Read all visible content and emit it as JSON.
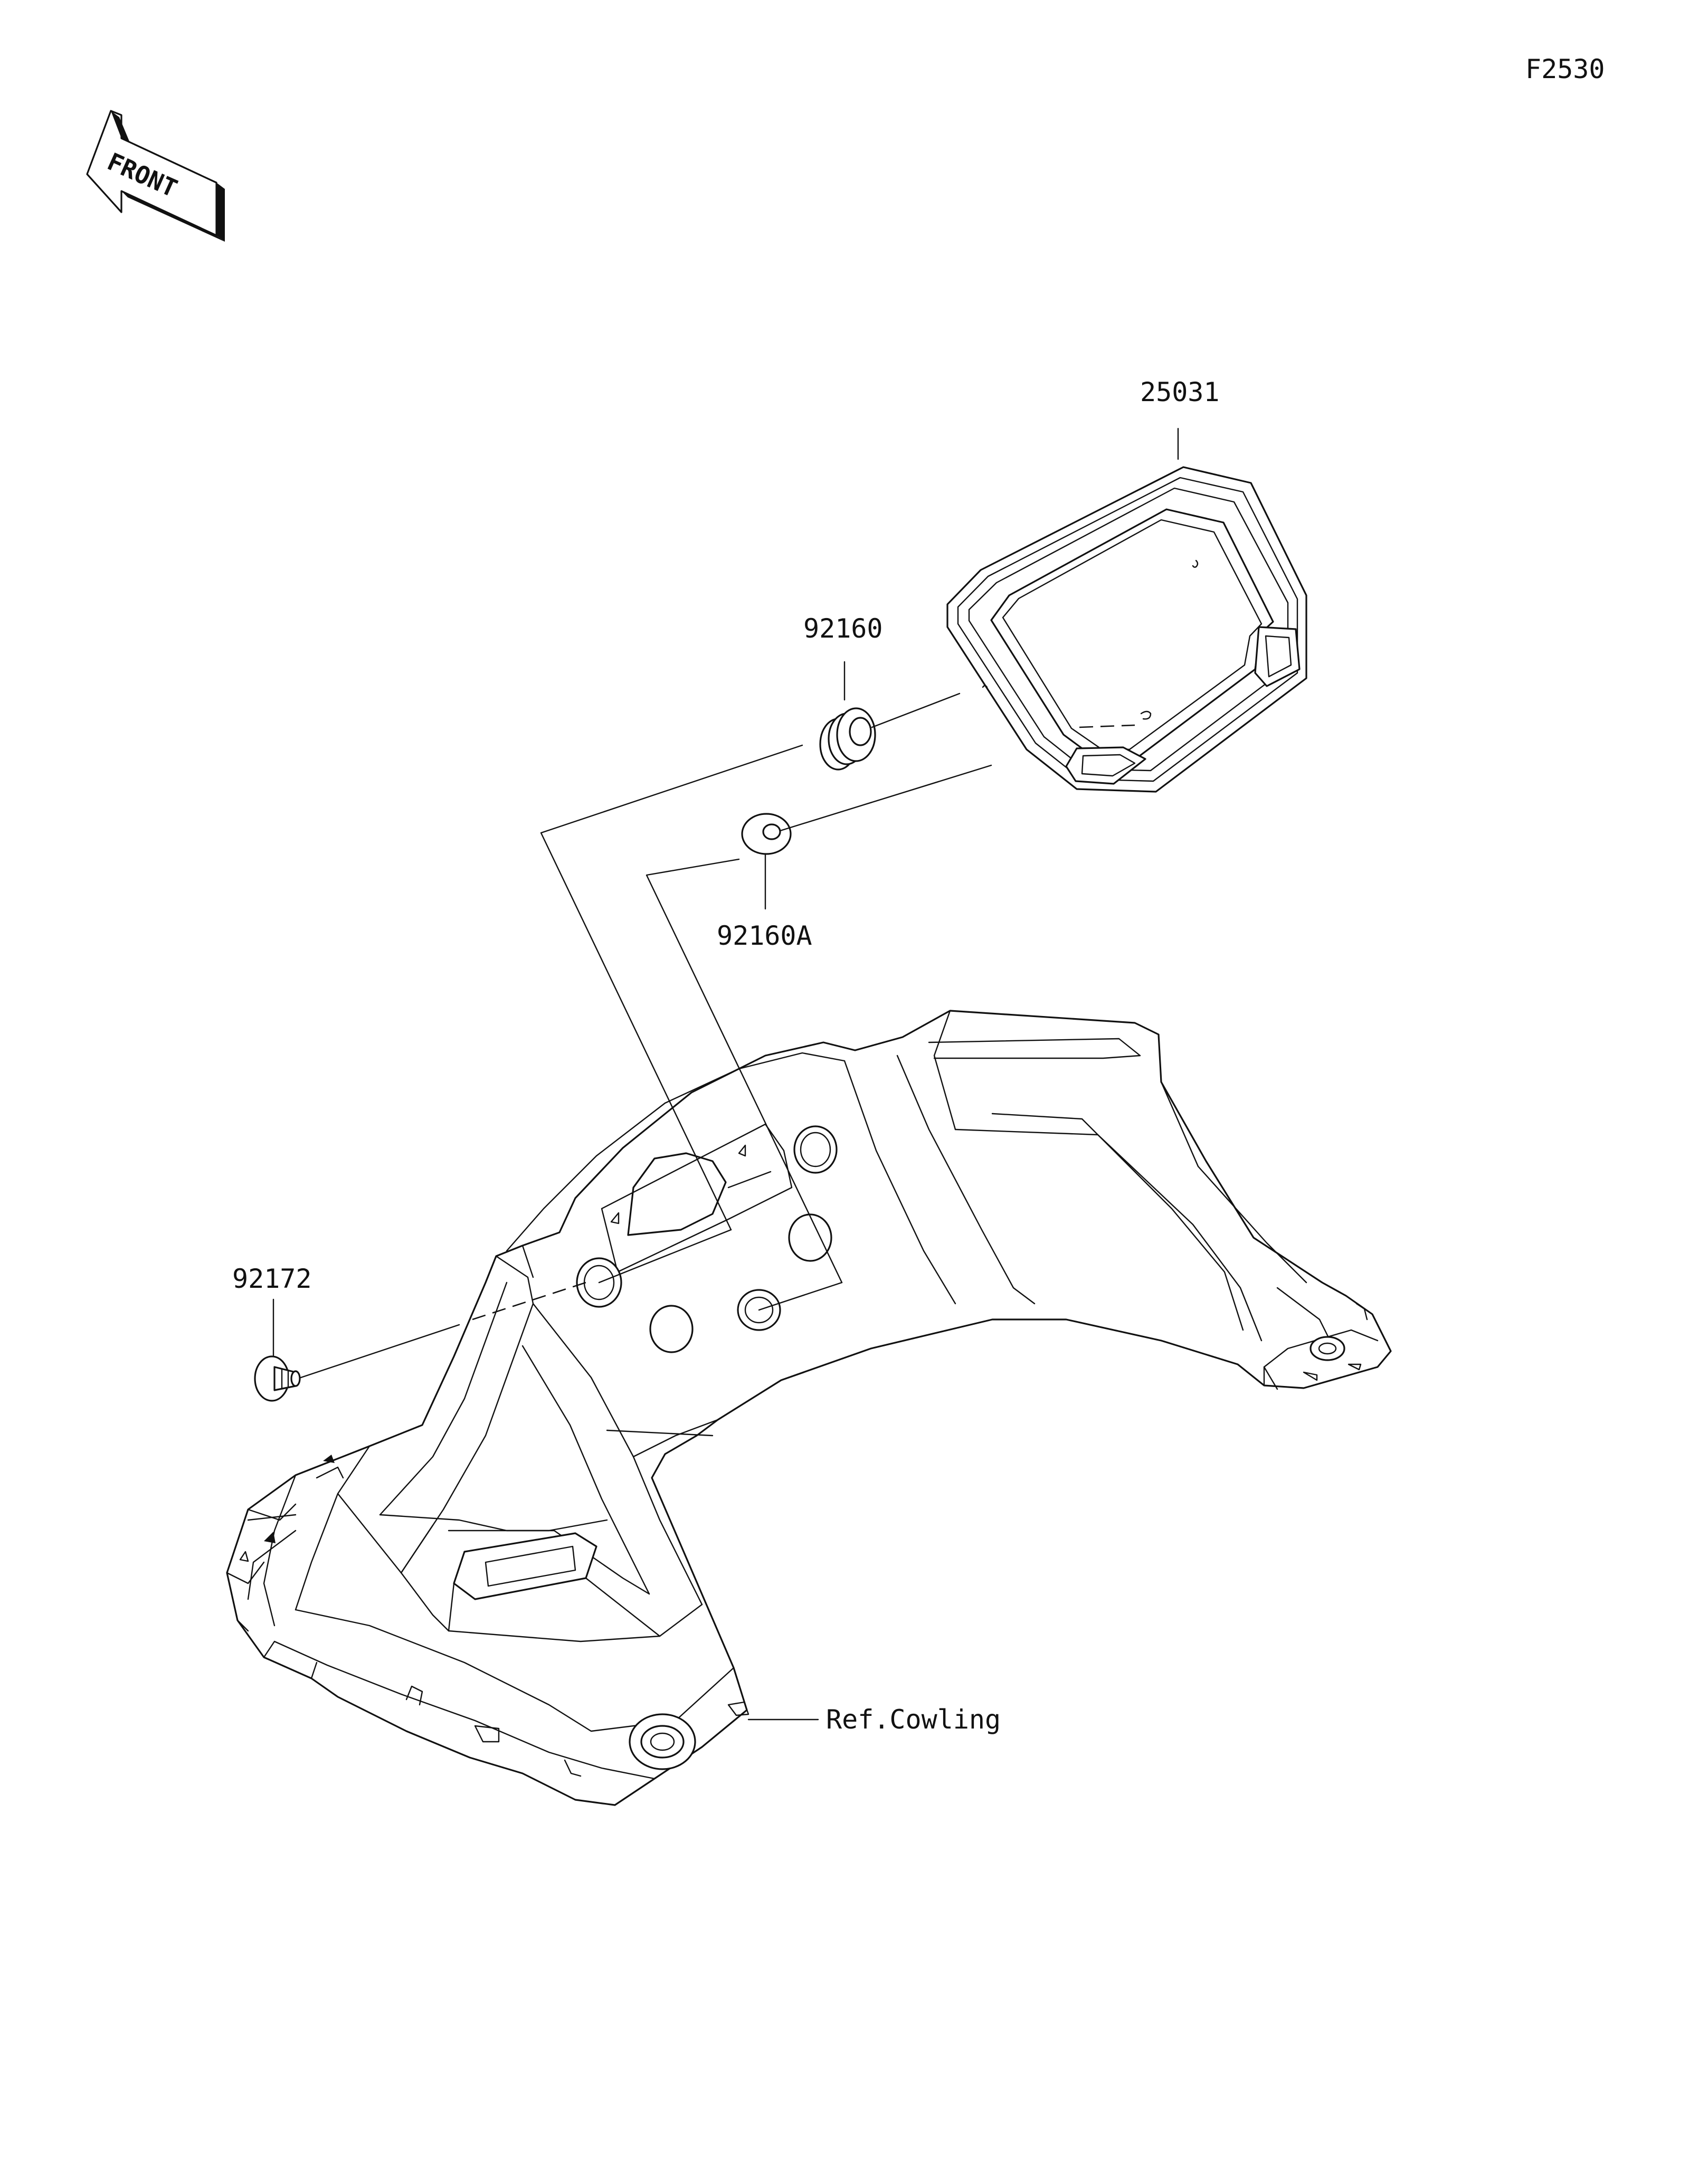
{
  "figure_id": "F2530",
  "direction_badge": "FRONT",
  "callouts": {
    "meter_assembly": "25031",
    "grommet": "92160",
    "grommet_a": "92160A",
    "bolt": "92172",
    "reference": "Ref.Cowling"
  },
  "colors": {
    "line": "#111111",
    "background": "#ffffff"
  }
}
